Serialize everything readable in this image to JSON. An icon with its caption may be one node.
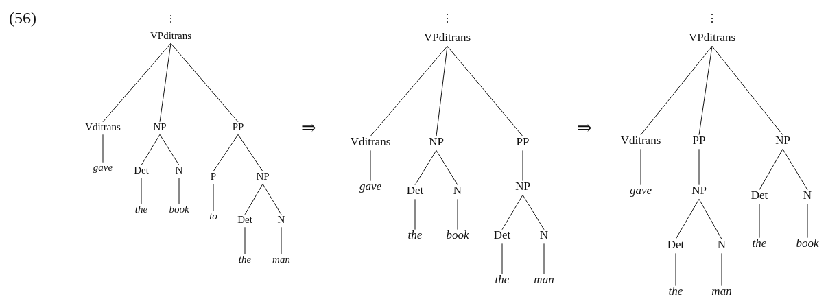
{
  "diagram": {
    "nodes": [
      {
        "text": [
          "VPditrans"
        ]
      },
      {
        "text": [
          "Vditrans"
        ]
      },
      {
        "text": [
          "NP"
        ]
      },
      {
        "text": [
          "PP"
        ]
      },
      {
        "text": [
          "gave"
        ]
      },
      {
        "text": [
          "Det"
        ]
      },
      {
        "text": [
          "N"
        ]
      },
      {
        "text": [
          "the"
        ]
      },
      {
        "text": [
          "book"
        ]
      },
      {
        "text": [
          "P"
        ]
      },
      {
        "text": [
          "NP"
        ]
      },
      {
        "text": [
          "to"
        ]
      },
      {
        "text": [
          "Det"
        ]
      },
      {
        "text": [
          "N"
        ]
      },
      {
        "text": [
          "the"
        ]
      },
      {
        "text": [
          "man"
        ]
      },
      {
        "text": [
          "VPditrans"
        ]
      },
      {
        "text": [
          "Vditrans"
        ]
      },
      {
        "text": [
          "NP"
        ]
      },
      {
        "text": [
          "PP"
        ]
      },
      {
        "text": [
          "gave"
        ]
      },
      {
        "text": [
          "Det"
        ]
      },
      {
        "text": [
          "N"
        ]
      },
      {
        "text": [
          "the"
        ]
      },
      {
        "text": [
          "book"
        ]
      },
      {
        "text": [
          "NP"
        ]
      },
      {
        "text": [
          "Det"
        ]
      },
      {
        "text": [
          "N"
        ]
      },
      {
        "text": [
          "the"
        ]
      },
      {
        "text": [
          "man"
        ]
      },
      {
        "text": [
          "VPditrans"
        ]
      },
      {
        "text": [
          "Vditrans"
        ]
      },
      {
        "text": [
          "PP"
        ]
      },
      {
        "text": [
          "NP"
        ]
      },
      {
        "text": [
          "gave"
        ]
      },
      {
        "text": [
          "NP"
        ]
      },
      {
        "text": [
          "Det"
        ]
      },
      {
        "text": [
          "N"
        ]
      },
      {
        "text": [
          "the"
        ]
      },
      {
        "text": [
          "man"
        ]
      },
      {
        "text": [
          "Det"
        ]
      },
      {
        "text": [
          "N"
        ]
      },
      {
        "text": [
          "the"
        ]
      },
      {
        "text": [
          "book"
        ]
      }
    ],
    "edges": [
      {
        "from": 0,
        "to": 1,
        "arrow": "none"
      },
      {
        "from": 0,
        "to": 2,
        "arrow": "none"
      },
      {
        "from": 0,
        "to": 3,
        "arrow": "none"
      },
      {
        "from": 1,
        "to": 4,
        "arrow": "none"
      },
      {
        "from": 2,
        "to": 5,
        "arrow": "none"
      },
      {
        "from": 2,
        "to": 6,
        "arrow": "none"
      },
      {
        "from": 5,
        "to": 7,
        "arrow": "none"
      },
      {
        "from": 6,
        "to": 8,
        "arrow": "none"
      },
      {
        "from": 3,
        "to": 9,
        "arrow": "none"
      },
      {
        "from": 3,
        "to": 10,
        "arrow": "none"
      },
      {
        "from": 9,
        "to": 11,
        "arrow": "none"
      },
      {
        "from": 10,
        "to": 12,
        "arrow": "none"
      },
      {
        "from": 10,
        "to": 13,
        "arrow": "none"
      },
      {
        "from": 12,
        "to": 14,
        "arrow": "none"
      },
      {
        "from": 13,
        "to": 15,
        "arrow": "none"
      },
      {
        "from": 16,
        "to": 17,
        "arrow": "none"
      },
      {
        "from": 16,
        "to": 18,
        "arrow": "none"
      },
      {
        "from": 16,
        "to": 19,
        "arrow": "none"
      },
      {
        "from": 17,
        "to": 20,
        "arrow": "none"
      },
      {
        "from": 18,
        "to": 21,
        "arrow": "none"
      },
      {
        "from": 18,
        "to": 22,
        "arrow": "none"
      },
      {
        "from": 21,
        "to": 23,
        "arrow": "none"
      },
      {
        "from": 22,
        "to": 24,
        "arrow": "none"
      },
      {
        "from": 19,
        "to": 25,
        "arrow": "none"
      },
      {
        "from": 25,
        "to": 26,
        "arrow": "none"
      },
      {
        "from": 25,
        "to": 27,
        "arrow": "none"
      },
      {
        "from": 26,
        "to": 28,
        "arrow": "none"
      },
      {
        "from": 27,
        "to": 29,
        "arrow": "none"
      },
      {
        "from": 30,
        "to": 31,
        "arrow": "none"
      },
      {
        "from": 30,
        "to": 32,
        "arrow": "none"
      },
      {
        "from": 30,
        "to": 33,
        "arrow": "none"
      },
      {
        "from": 31,
        "to": 34,
        "arrow": "none"
      },
      {
        "from": 32,
        "to": 35,
        "arrow": "none"
      },
      {
        "from": 35,
        "to": 36,
        "arrow": "none"
      },
      {
        "from": 35,
        "to": 37,
        "arrow": "none"
      },
      {
        "from": 36,
        "to": 38,
        "arrow": "none"
      },
      {
        "from": 37,
        "to": 39,
        "arrow": "none"
      },
      {
        "from": 33,
        "to": 40,
        "arrow": "none"
      },
      {
        "from": 33,
        "to": 41,
        "arrow": "none"
      },
      {
        "from": 40,
        "to": 42,
        "arrow": "none"
      },
      {
        "from": 41,
        "to": 43,
        "arrow": "none"
      }
    ],
    "labels": [
      "(56)",
      "⋮",
      "⇒",
      "⋮",
      "⇒",
      "⋮"
    ]
  }
}
